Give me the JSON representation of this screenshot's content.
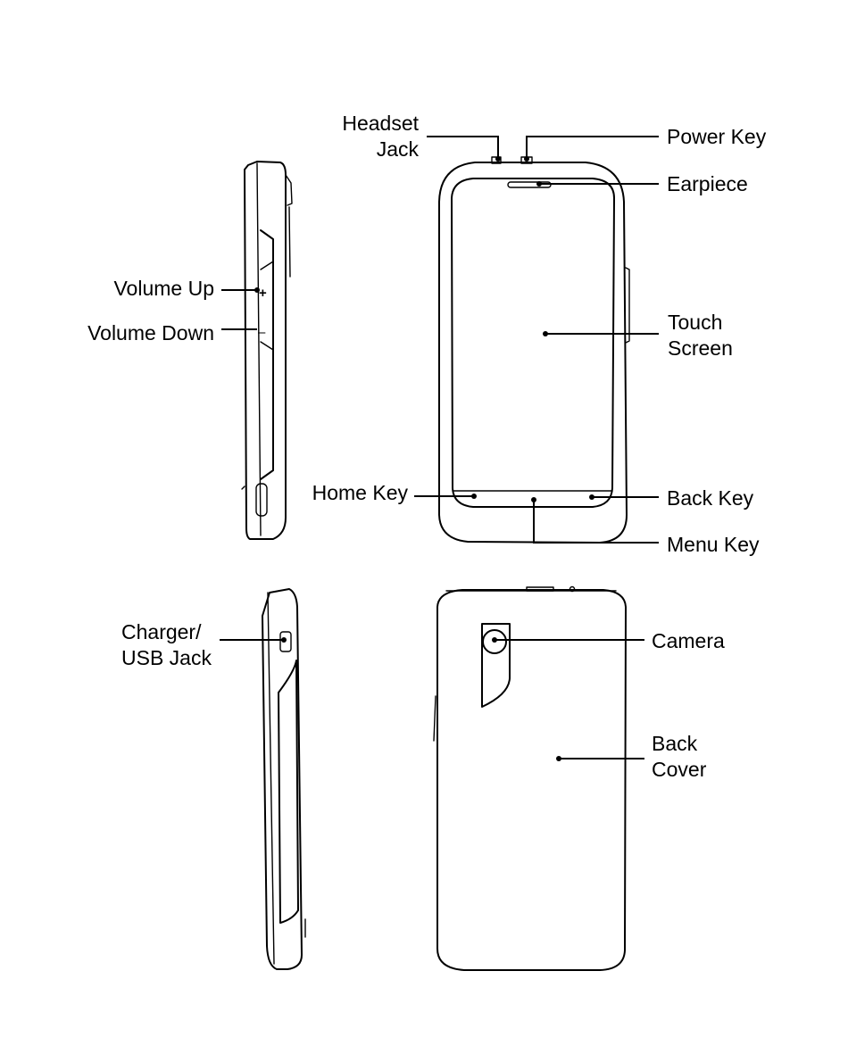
{
  "labels": {
    "headset_jack": [
      "Headset",
      "Jack"
    ],
    "power_key": "Power Key",
    "earpiece": "Earpiece",
    "volume_up": "Volume Up",
    "volume_down": "Volume Down",
    "touch_screen": [
      "Touch",
      "Screen"
    ],
    "home_key": "Home Key",
    "back_key": "Back Key",
    "menu_key": "Menu Key",
    "charger_usb_jack": [
      "Charger/",
      "USB Jack"
    ],
    "camera": "Camera",
    "back_cover": [
      "Back",
      "Cover"
    ]
  },
  "glyphs": {
    "volume_plus": "+",
    "volume_minus": "–"
  }
}
